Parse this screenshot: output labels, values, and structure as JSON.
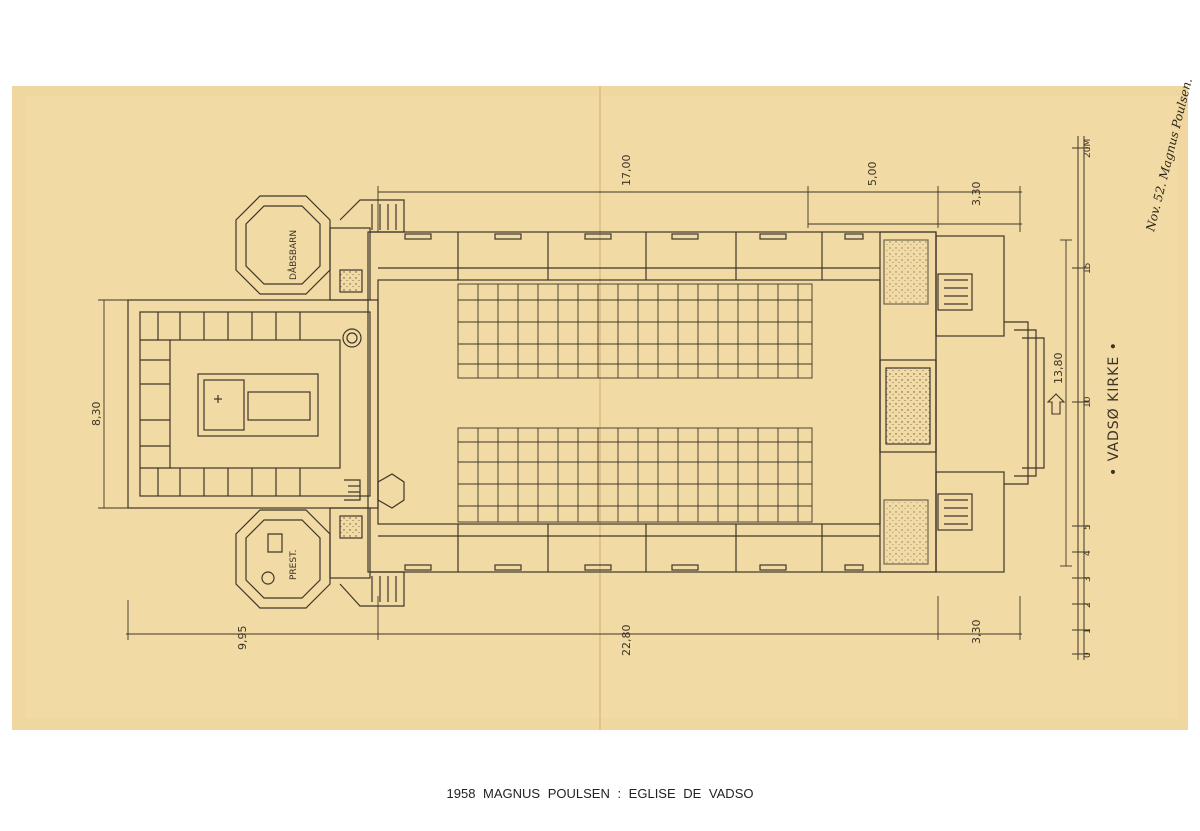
{
  "caption": "1958 MAGNUS POULSEN : EGLISE DE VADSO",
  "drawing": {
    "title": "• VADSØ KIRKE •",
    "room_labels": {
      "baptistry": "DÅBSBARN",
      "sacristy": "PREST."
    },
    "dimensions": {
      "top_nave": "17,00",
      "top_mid": "5,00",
      "top_right": "3,30",
      "bottom_left": "9,95",
      "bottom_total": "22,80",
      "bottom_right": "3,30",
      "left_height": "8,30",
      "right_height": "13,80"
    },
    "scale_bar": {
      "labels": [
        "0",
        "1",
        "2",
        "3",
        "4",
        "5",
        "10",
        "15",
        "20M"
      ]
    },
    "signature": "Nov. 52. Magnus Poulsen."
  },
  "colors": {
    "paper": "#f0d7a0",
    "ink": "#3d3628",
    "background": "#ffffff"
  }
}
